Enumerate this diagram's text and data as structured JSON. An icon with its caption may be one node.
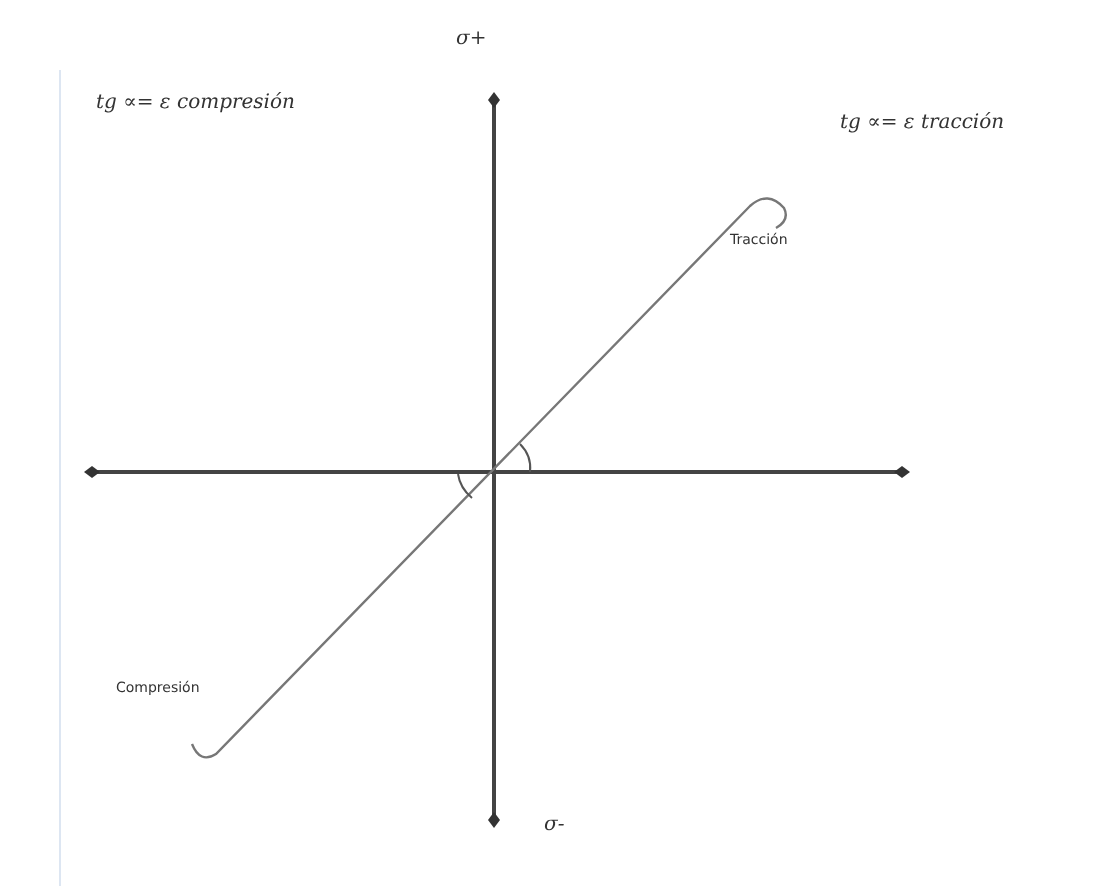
{
  "diagram": {
    "labels": [
      "σ+",
      "tg ∝= ε compresión",
      "tg ∝= ε tracción",
      "Tracción",
      "Compresión",
      "σ-"
    ]
  }
}
